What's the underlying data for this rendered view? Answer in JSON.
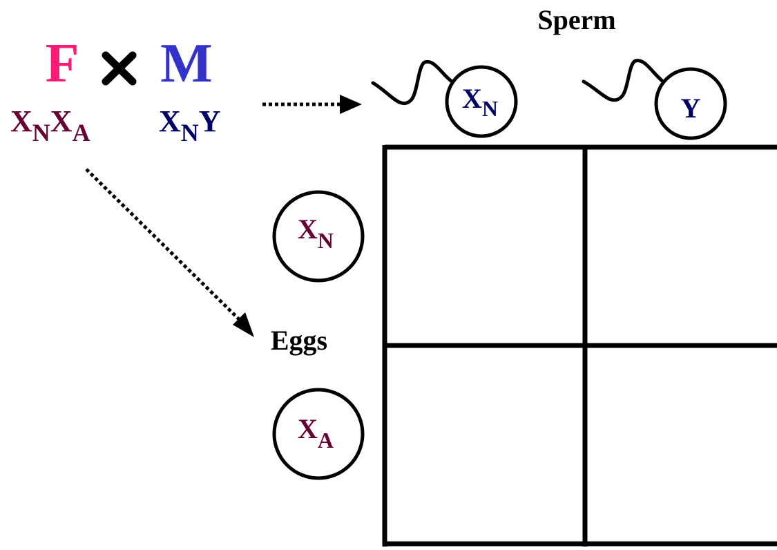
{
  "parents": {
    "female": {
      "letter": "F",
      "color": "#ff1a75"
    },
    "cross": {
      "symbol": "×",
      "color": "#000000"
    },
    "male": {
      "letter": "M",
      "color": "#3333cc"
    },
    "female_genotype": {
      "a_base": "X",
      "a_sub": "N",
      "b_base": "X",
      "b_sub": "A",
      "color": "#660033"
    },
    "male_genotype": {
      "a_base": "X",
      "a_sub": "N",
      "b_base": "Y",
      "color": "#000066"
    }
  },
  "labels": {
    "sperm": "Sperm",
    "eggs": "Eggs"
  },
  "sperm": [
    {
      "base": "X",
      "sub": "N",
      "color": "#000066"
    },
    {
      "base": "Y",
      "sub": "",
      "color": "#000066"
    }
  ],
  "eggs": [
    {
      "base": "X",
      "sub": "N",
      "color": "#660033"
    },
    {
      "base": "X",
      "sub": "A",
      "color": "#660033"
    }
  ],
  "punnett_cells": [
    [
      "",
      ""
    ],
    [
      "",
      ""
    ]
  ]
}
